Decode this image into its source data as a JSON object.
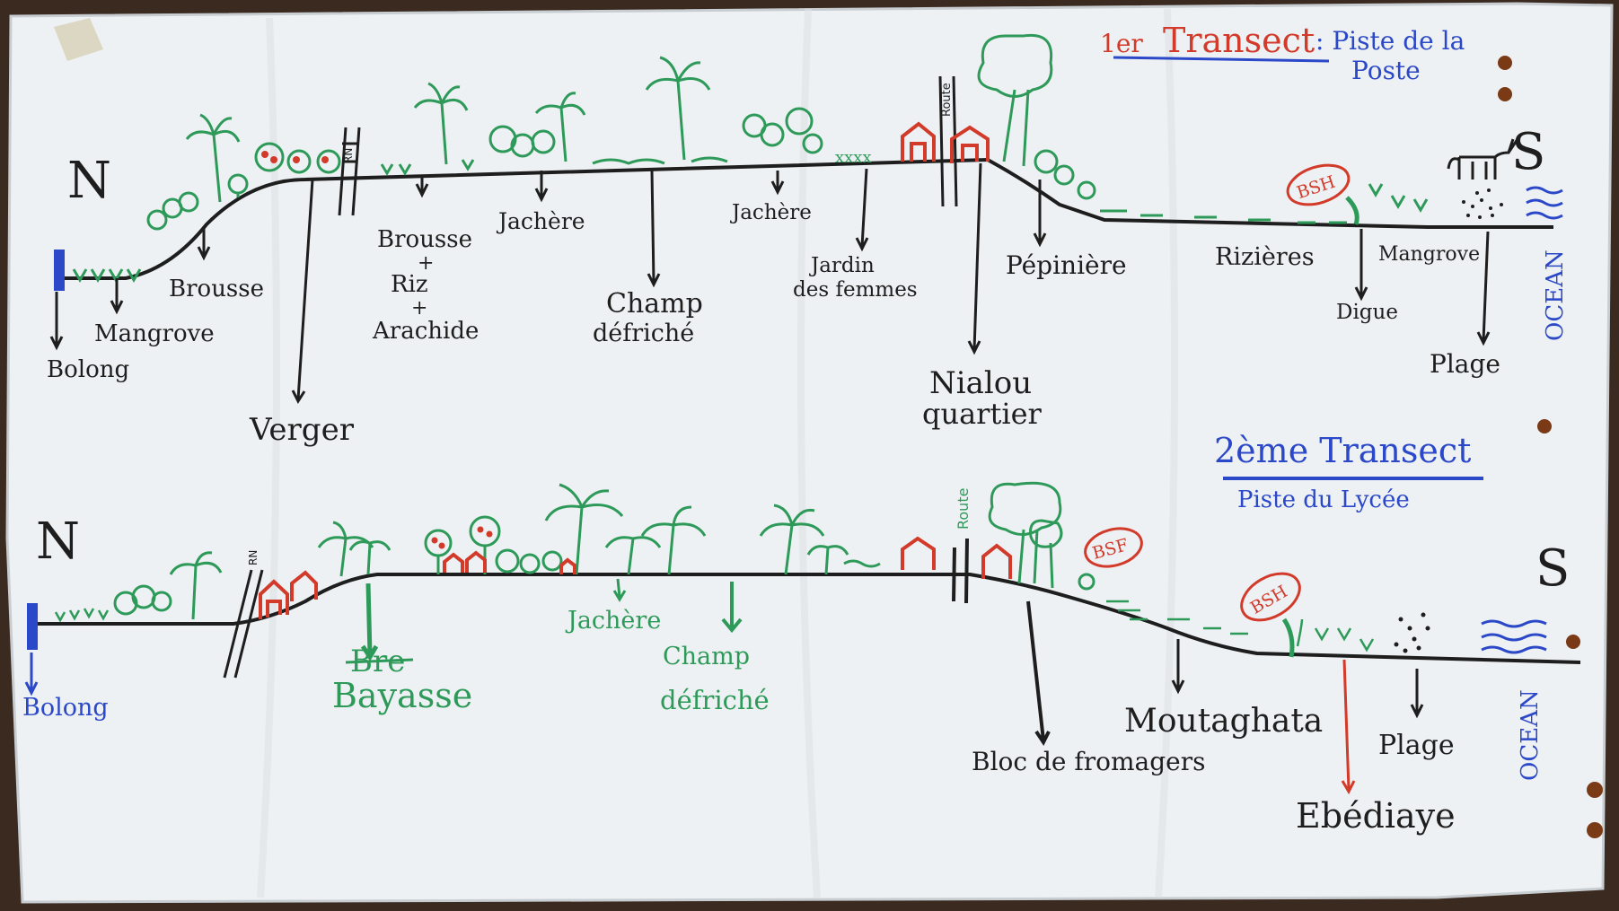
{
  "colors": {
    "background": "#3a2a20",
    "paper": "#eef1f3",
    "ink_black": "#1e1e1e",
    "ink_green": "#2e9a5a",
    "ink_red": "#d23a2a",
    "ink_blue": "#2b48c8",
    "binder_hole": "#7a3a16"
  },
  "transect1": {
    "title_prefix": "1er",
    "title_word": "Transect",
    "subtitle_line1": ": Piste de la",
    "subtitle_line2": "Poste",
    "north": "N",
    "south": "S",
    "road_label": "RN",
    "route_label": "Route",
    "bsh_badge": "BSH",
    "ocean": "OCEAN",
    "labels": {
      "bolong": "Bolong",
      "mangrove_left": "Mangrove",
      "brousse_left": "Brousse",
      "verger": "Verger",
      "brousse_line1": "Brousse",
      "plus_1": "+",
      "riz": "Riz",
      "plus_2": "+",
      "arachide": "Arachide",
      "jachere_1": "Jachère",
      "champ_line1": "Champ",
      "champ_line2": "défriché",
      "jachere_2": "Jachère",
      "jardin_line1": "Jardin",
      "jardin_line2": "des femmes",
      "nialou_line1": "Nialou",
      "nialou_line2": "quartier",
      "pepiniere": "Pépinière",
      "rizieres": "Rizières",
      "mangrove_right": "Mangrove",
      "digue": "Digue",
      "plage": "Plage"
    }
  },
  "transect2": {
    "title_word": "2ème Transect",
    "subtitle": "Piste du Lycée",
    "north": "N",
    "south": "S",
    "road_label": "RN",
    "route_label": "Route",
    "bsf_badge": "BSF",
    "bsh_badge": "BSH",
    "ocean": "OCEAN",
    "labels": {
      "bolong": "Bolong",
      "bre": "Bre",
      "bayasse": "Bayasse",
      "jachere": "Jachère",
      "champ_line1": "Champ",
      "champ_line2": "défriché",
      "bloc": "Bloc de fromagers",
      "moutaghata": "Moutaghata",
      "plage": "Plage",
      "ebediaye": "Ebédiaye"
    }
  }
}
